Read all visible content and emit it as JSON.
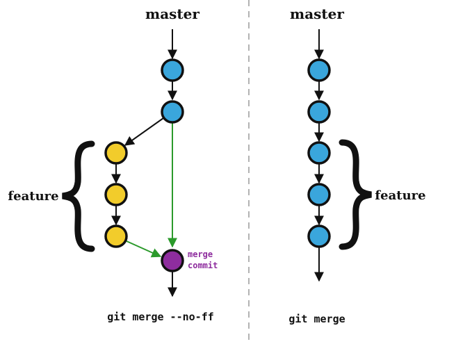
{
  "left": {
    "title": "master",
    "feature_label": "feature",
    "merge_label_line1": "merge",
    "merge_label_line2": "commit",
    "command": "git merge --no-ff"
  },
  "right": {
    "title": "master",
    "feature_label": "feature",
    "command": "git merge"
  },
  "colors": {
    "master_commit": "#3aa6dc",
    "feature_commit": "#f2cc2b",
    "merge_commit": "#8e2d9e",
    "merge_arrow": "#2b9a2b",
    "merge_text": "#8e2d9e",
    "outline": "#111111",
    "divider": "#9a9a9a"
  }
}
